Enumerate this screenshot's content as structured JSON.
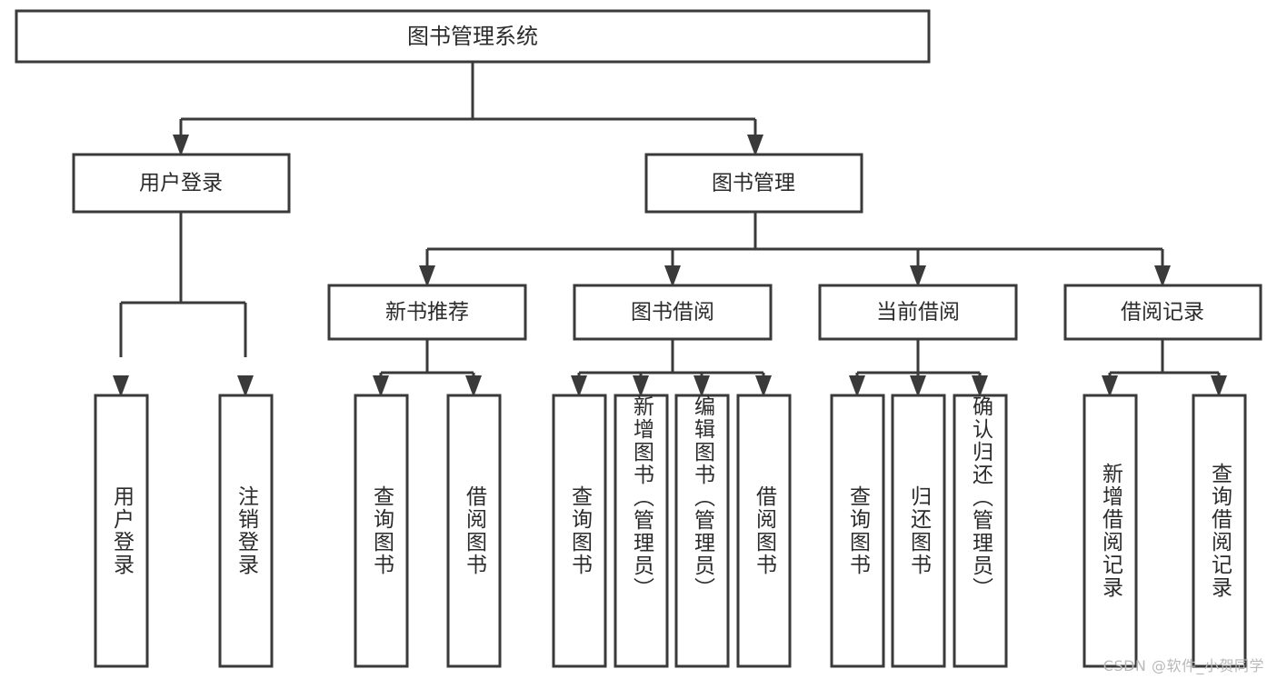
{
  "diagram": {
    "title": "图书管理系统",
    "type": "tree",
    "watermark": "CSDN @软件_小贺同学",
    "colors": {
      "box_stroke": "#3a3a3a",
      "box_fill": "#ffffff",
      "text": "#2b2b2b",
      "connector": "#3a3a3a",
      "watermark": "#b9b9b9",
      "page_background": "#ffffff"
    },
    "root": {
      "label": "图书管理系统"
    },
    "level2": [
      {
        "label": "用户登录"
      },
      {
        "label": "图书管理"
      }
    ],
    "level3": [
      {
        "label": "新书推荐"
      },
      {
        "label": "图书借阅"
      },
      {
        "label": "当前借阅"
      },
      {
        "label": "借阅记录"
      }
    ],
    "leaves": {
      "user_login": [
        {
          "label": "用户登录"
        },
        {
          "label": "注销登录"
        }
      ],
      "new_book_recommend": [
        {
          "label": "查询图书"
        },
        {
          "label": "借阅图书"
        }
      ],
      "book_borrow": [
        {
          "label": "查询图书"
        },
        {
          "label": "新增图书（管理员）"
        },
        {
          "label": "编辑图书（管理员）"
        },
        {
          "label": "借阅图书"
        }
      ],
      "current_borrow": [
        {
          "label": "查询图书"
        },
        {
          "label": "归还图书"
        },
        {
          "label": "确认归还（管理员）"
        }
      ],
      "borrow_record": [
        {
          "label": "新增借阅记录"
        },
        {
          "label": "查询借阅记录"
        }
      ]
    }
  }
}
